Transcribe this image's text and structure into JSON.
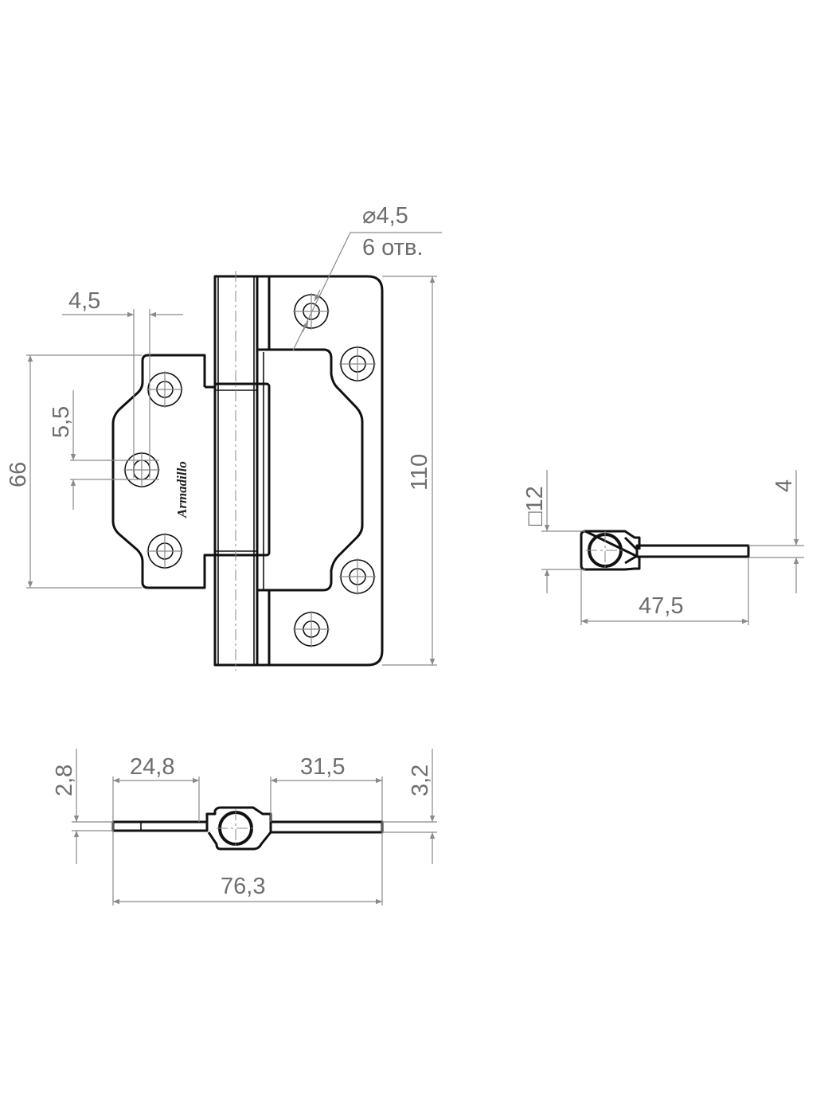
{
  "drawing": {
    "logo_text": "Armadillo",
    "front_view": {
      "hole_diameter": "⌀4,5",
      "hole_count": "6 отв.",
      "dim_offset": "4,5",
      "dim_height_small_leaf": "66",
      "dim_hole_slot": "5,5",
      "dim_height_total": "110"
    },
    "side_view": {
      "dim_knuckle_square": "□12",
      "dim_thickness": "4",
      "dim_width": "47,5"
    },
    "bottom_view": {
      "dim_left_leaf": "24,8",
      "dim_right_leaf": "31,5",
      "dim_total_width": "76,3",
      "dim_left_thickness": "2,8",
      "dim_right_thickness": "3,2"
    }
  }
}
